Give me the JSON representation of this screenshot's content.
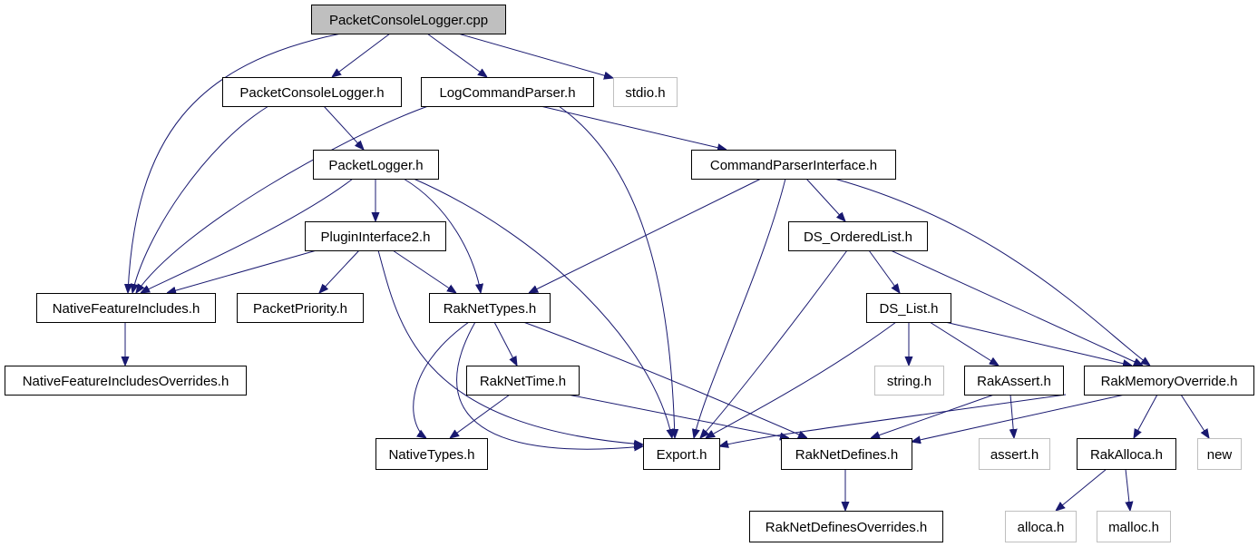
{
  "colors": {
    "edge": "#191970",
    "root_fill": "#bfbfbf",
    "node_fill": "#ffffff",
    "node_border": "#000000",
    "system_border": "#bfbfbf",
    "label": "#000000",
    "system_label": "#000000"
  },
  "nodes": [
    {
      "id": "root",
      "label": "PacketConsoleLogger.cpp",
      "kind": "root"
    },
    {
      "id": "pcl_h",
      "label": "PacketConsoleLogger.h",
      "kind": "file"
    },
    {
      "id": "lcp_h",
      "label": "LogCommandParser.h",
      "kind": "file"
    },
    {
      "id": "stdio_h",
      "label": "stdio.h",
      "kind": "system"
    },
    {
      "id": "pl_h",
      "label": "PacketLogger.h",
      "kind": "file"
    },
    {
      "id": "cpi_h",
      "label": "CommandParserInterface.h",
      "kind": "file"
    },
    {
      "id": "pi2_h",
      "label": "PluginInterface2.h",
      "kind": "file"
    },
    {
      "id": "dsol_h",
      "label": "DS_OrderedList.h",
      "kind": "file"
    },
    {
      "id": "nfi_h",
      "label": "NativeFeatureIncludes.h",
      "kind": "file"
    },
    {
      "id": "pp_h",
      "label": "PacketPriority.h",
      "kind": "file"
    },
    {
      "id": "rnt_h",
      "label": "RakNetTypes.h",
      "kind": "file"
    },
    {
      "id": "dsl_h",
      "label": "DS_List.h",
      "kind": "file"
    },
    {
      "id": "nfio_h",
      "label": "NativeFeatureIncludesOverrides.h",
      "kind": "file"
    },
    {
      "id": "rntime_h",
      "label": "RakNetTime.h",
      "kind": "file"
    },
    {
      "id": "string_h",
      "label": "string.h",
      "kind": "system"
    },
    {
      "id": "ra_h",
      "label": "RakAssert.h",
      "kind": "file"
    },
    {
      "id": "rmo_h",
      "label": "RakMemoryOverride.h",
      "kind": "file"
    },
    {
      "id": "nt_h",
      "label": "NativeTypes.h",
      "kind": "file"
    },
    {
      "id": "export_h",
      "label": "Export.h",
      "kind": "file"
    },
    {
      "id": "rnd_h",
      "label": "RakNetDefines.h",
      "kind": "file"
    },
    {
      "id": "assert_h",
      "label": "assert.h",
      "kind": "system"
    },
    {
      "id": "ralloca_h",
      "label": "RakAlloca.h",
      "kind": "file"
    },
    {
      "id": "new",
      "label": "new",
      "kind": "system"
    },
    {
      "id": "rndo_h",
      "label": "RakNetDefinesOverrides.h",
      "kind": "file"
    },
    {
      "id": "alloca_h",
      "label": "alloca.h",
      "kind": "system"
    },
    {
      "id": "malloc_h",
      "label": "malloc.h",
      "kind": "system"
    }
  ],
  "edges": [
    {
      "from": "root",
      "to": "pcl_h"
    },
    {
      "from": "root",
      "to": "lcp_h"
    },
    {
      "from": "root",
      "to": "stdio_h"
    },
    {
      "from": "root",
      "to": "nfi_h"
    },
    {
      "from": "pcl_h",
      "to": "pl_h"
    },
    {
      "from": "pcl_h",
      "to": "nfi_h"
    },
    {
      "from": "lcp_h",
      "to": "cpi_h"
    },
    {
      "from": "lcp_h",
      "to": "nfi_h"
    },
    {
      "from": "lcp_h",
      "to": "export_h"
    },
    {
      "from": "pl_h",
      "to": "pi2_h"
    },
    {
      "from": "pl_h",
      "to": "nfi_h"
    },
    {
      "from": "pl_h",
      "to": "rnt_h"
    },
    {
      "from": "pl_h",
      "to": "export_h"
    },
    {
      "from": "cpi_h",
      "to": "dsol_h"
    },
    {
      "from": "cpi_h",
      "to": "rnt_h"
    },
    {
      "from": "cpi_h",
      "to": "export_h"
    },
    {
      "from": "cpi_h",
      "to": "rmo_h"
    },
    {
      "from": "pi2_h",
      "to": "nfi_h"
    },
    {
      "from": "pi2_h",
      "to": "pp_h"
    },
    {
      "from": "pi2_h",
      "to": "rnt_h"
    },
    {
      "from": "pi2_h",
      "to": "export_h"
    },
    {
      "from": "dsol_h",
      "to": "dsl_h"
    },
    {
      "from": "dsol_h",
      "to": "export_h"
    },
    {
      "from": "dsol_h",
      "to": "rmo_h"
    },
    {
      "from": "nfi_h",
      "to": "nfio_h"
    },
    {
      "from": "rnt_h",
      "to": "rntime_h"
    },
    {
      "from": "rnt_h",
      "to": "nt_h"
    },
    {
      "from": "rnt_h",
      "to": "export_h"
    },
    {
      "from": "rnt_h",
      "to": "rnd_h"
    },
    {
      "from": "dsl_h",
      "to": "string_h"
    },
    {
      "from": "dsl_h",
      "to": "ra_h"
    },
    {
      "from": "dsl_h",
      "to": "export_h"
    },
    {
      "from": "dsl_h",
      "to": "rmo_h"
    },
    {
      "from": "rntime_h",
      "to": "nt_h"
    },
    {
      "from": "rntime_h",
      "to": "rnd_h"
    },
    {
      "from": "ra_h",
      "to": "assert_h"
    },
    {
      "from": "ra_h",
      "to": "rnd_h"
    },
    {
      "from": "rmo_h",
      "to": "export_h"
    },
    {
      "from": "rmo_h",
      "to": "rnd_h"
    },
    {
      "from": "rmo_h",
      "to": "ralloca_h"
    },
    {
      "from": "rmo_h",
      "to": "new"
    },
    {
      "from": "rnd_h",
      "to": "rndo_h"
    },
    {
      "from": "ralloca_h",
      "to": "alloca_h"
    },
    {
      "from": "ralloca_h",
      "to": "malloc_h"
    }
  ]
}
